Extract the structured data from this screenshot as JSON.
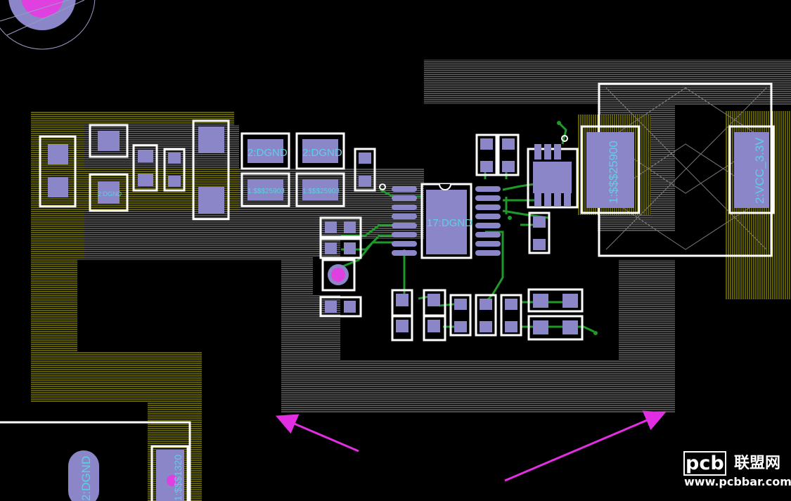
{
  "labels": {
    "pad_dgnd_a": "2:DGND",
    "pad_dgnd_b": "2:DGND",
    "pad_dgnd_small": "2:DGND",
    "pad_net_a": "1:$$$25903",
    "pad_net_b": "1:$$$25903",
    "ic_center": "17:DGND",
    "cap_large_left": "1:$$$25900",
    "cap_large_right": "2:VCC_3.3V",
    "pad_bottom_oval": "2:DGND",
    "pad_bottom_rect": "1:$$$1320"
  },
  "watermark": {
    "brand": "pcb",
    "cn": "联盟网",
    "url": "www.pcbbar.com"
  },
  "colors": {
    "background": "#000000",
    "pad": "#8a86c8",
    "silkscreen": "#ffffff",
    "trace": "#1f9a2a",
    "copper_pour_yellow": "#c9c400",
    "copper_pour_gray": "#9a9a9a",
    "via": "#e040e0",
    "label_cyan": "#5fd0e0",
    "arrow": "#e22ee2"
  }
}
